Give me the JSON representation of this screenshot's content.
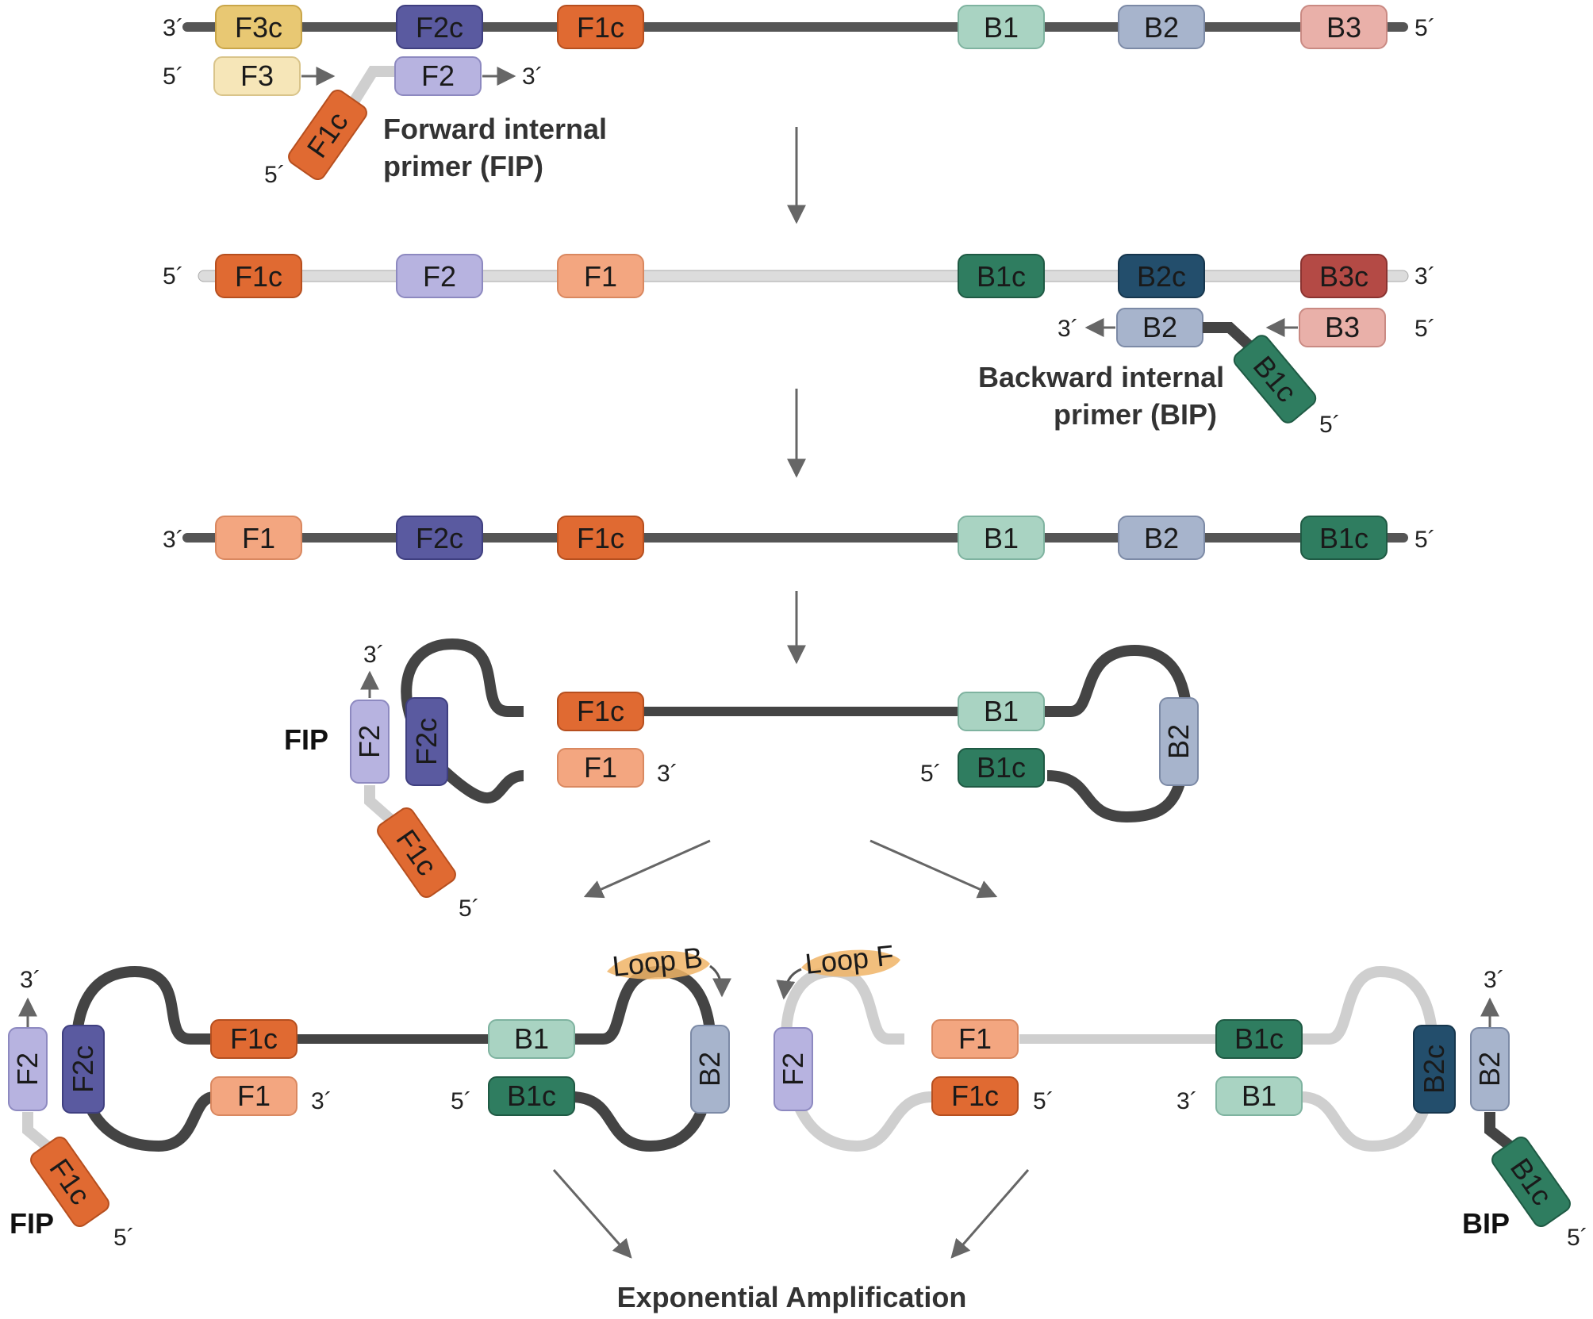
{
  "palette": {
    "F3": "#e8c873",
    "F3light": "#f6e6b8",
    "F2dark": "#5a5aa0",
    "F2light": "#b7b3e0",
    "F1dark": "#e06a32",
    "F1light": "#f3a680",
    "B1light": "#a9d3c2",
    "B1dark": "#2f7d60",
    "B2light": "#a7b4cc",
    "B2dark": "#234e6c",
    "B3light": "#e9b0a9",
    "B3dark": "#b44a45",
    "loop": "#f0b466",
    "strandDark": "#555555",
    "strandLight": "#dcdcdc"
  },
  "labels": {
    "fip_caption_1": "Forward internal",
    "fip_caption_2": "primer (FIP)",
    "bip_caption_1": "Backward internal",
    "bip_caption_2": "primer (BIP)",
    "fip_short": "FIP",
    "bip_short": "BIP",
    "loop_b": "Loop B",
    "loop_f": "Loop F",
    "footer": "Exponential Amplification",
    "three_prime": "3´",
    "five_prime": "5´"
  },
  "rows": [
    {
      "id": "row1",
      "strand": "dark",
      "left_end": "3´",
      "right_end": "5´",
      "segments": [
        {
          "label": "F3c",
          "color": "F3"
        },
        {
          "label": "F2c",
          "color": "F2dark"
        },
        {
          "label": "F1c",
          "color": "F1dark"
        },
        {
          "label": "B1",
          "color": "B1light"
        },
        {
          "label": "B2",
          "color": "B2light"
        },
        {
          "label": "B3",
          "color": "B3light"
        }
      ]
    },
    {
      "id": "row2",
      "strand": "light",
      "left_end": "5´",
      "right_end": "3´",
      "segments": [
        {
          "label": "F1c",
          "color": "F1dark"
        },
        {
          "label": "F2",
          "color": "F2light"
        },
        {
          "label": "F1",
          "color": "F1light"
        },
        {
          "label": "B1c",
          "color": "B1dark"
        },
        {
          "label": "B2c",
          "color": "B2dark"
        },
        {
          "label": "B3c",
          "color": "B3dark"
        }
      ]
    },
    {
      "id": "row3",
      "strand": "dark",
      "left_end": "3´",
      "right_end": "5´",
      "segments": [
        {
          "label": "F1",
          "color": "F1light"
        },
        {
          "label": "F2c",
          "color": "F2dark"
        },
        {
          "label": "F1c",
          "color": "F1dark"
        },
        {
          "label": "B1",
          "color": "B1light"
        },
        {
          "label": "B2",
          "color": "B2light"
        },
        {
          "label": "B1c",
          "color": "B1dark"
        }
      ]
    }
  ],
  "primers": {
    "f3": "F3",
    "fip_f2": "F2",
    "fip_f1c": "F1c",
    "bip_b2": "B2",
    "b3": "B3",
    "bip_b1c": "B1c"
  },
  "dumbbell": {
    "fip": "FIP",
    "f2": "F2",
    "f2c": "F2c",
    "f1c": "F1c",
    "f1": "F1",
    "b1": "B1",
    "b1c": "B1c",
    "b2": "B2",
    "f1c_tail": "F1c"
  },
  "bottom_left": {
    "f2": "F2",
    "f2c": "F2c",
    "f1c": "F1c",
    "f1": "F1",
    "b1": "B1",
    "b1c": "B1c",
    "b2": "B2",
    "f1c_tail": "F1c",
    "fip": "FIP"
  },
  "bottom_right": {
    "f2": "F2",
    "f1": "F1",
    "f1c": "F1c",
    "b1c": "B1c",
    "b1": "B1",
    "b2c": "B2c",
    "b2": "B2",
    "b1c_tail": "B1c",
    "bip": "BIP"
  }
}
